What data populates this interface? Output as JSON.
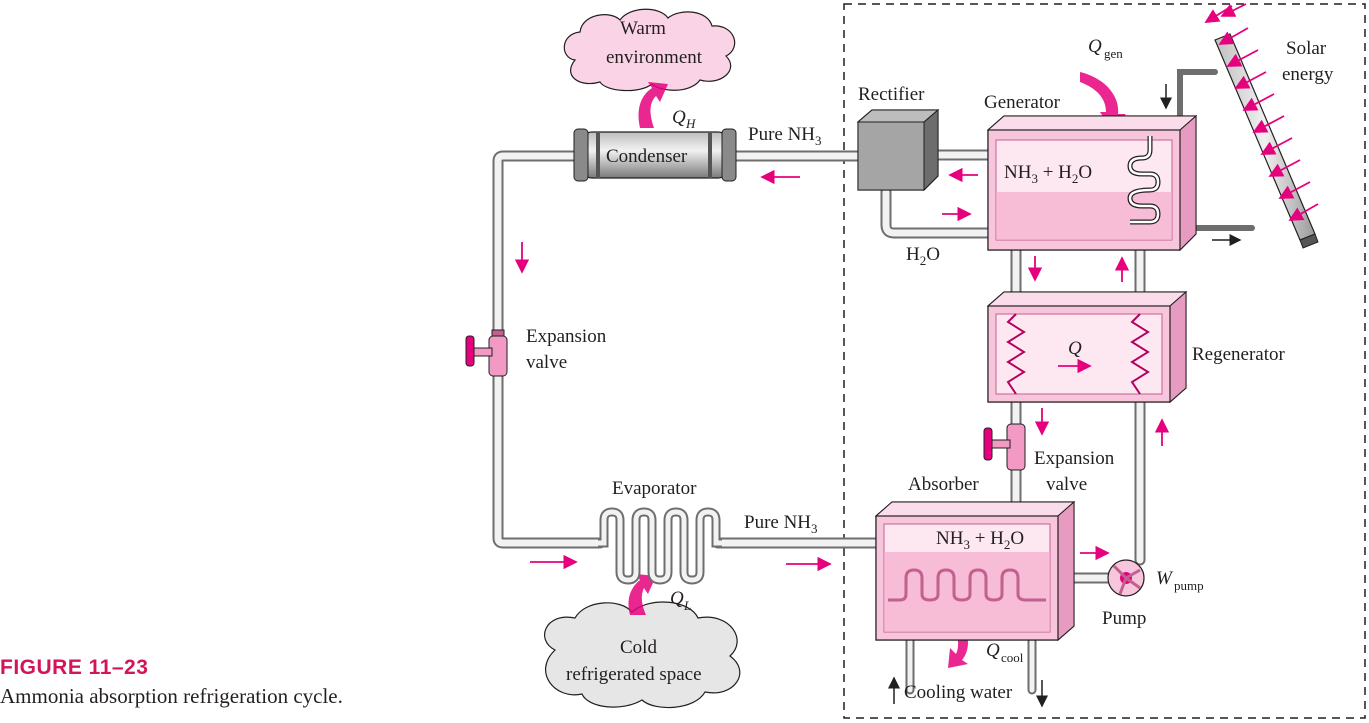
{
  "figure": {
    "number": "FIGURE 11–23",
    "caption": "Ammonia absorption refrigeration cycle."
  },
  "labels": {
    "warm_environment_1": "Warm",
    "warm_environment_2": "environment",
    "condenser": "Condenser",
    "q_h": "Q",
    "q_h_sub": "H",
    "pure_nh3_top": "Pure NH",
    "pure_nh3_top_sub": "3",
    "rectifier": "Rectifier",
    "generator": "Generator",
    "q_gen": "Q",
    "q_gen_sub": "gen",
    "solar_1": "Solar",
    "solar_2": "energy",
    "gen_mix_a": "NH",
    "gen_mix_a_sub": "3",
    "gen_mix_b": " + H",
    "gen_mix_b_sub": "2",
    "gen_mix_c": "O",
    "h2o_a": "H",
    "h2o_sub": "2",
    "h2o_b": "O",
    "expansion_valve_left_1": "Expansion",
    "expansion_valve_left_2": "valve",
    "regenerator": "Regenerator",
    "q_regen": "Q",
    "expansion_valve_right_1": "Expansion",
    "expansion_valve_right_2": "valve",
    "evaporator": "Evaporator",
    "pure_nh3_bottom": "Pure NH",
    "pure_nh3_bottom_sub": "3",
    "absorber": "Absorber",
    "abs_mix_a": "NH",
    "abs_mix_a_sub": "3",
    "abs_mix_b": " + H",
    "abs_mix_b_sub": "2",
    "abs_mix_c": "O",
    "w_pump": "W",
    "w_pump_sub": "pump",
    "pump": "Pump",
    "q_l": "Q",
    "q_l_sub": "L",
    "cold_space_1": "Cold",
    "cold_space_2": "refrigerated space",
    "q_cool": "Q",
    "q_cool_sub": "cool",
    "cooling_water": "Cooling water"
  },
  "colors": {
    "accent_magenta": "#e6007e",
    "vessel_pink": "#f7c6dd",
    "vessel_edge": "#c2608f",
    "pipe_gray": "#9a9a9a",
    "cloud_pink": "#fbd3e6",
    "cloud_gray": "#e6e6e6"
  }
}
